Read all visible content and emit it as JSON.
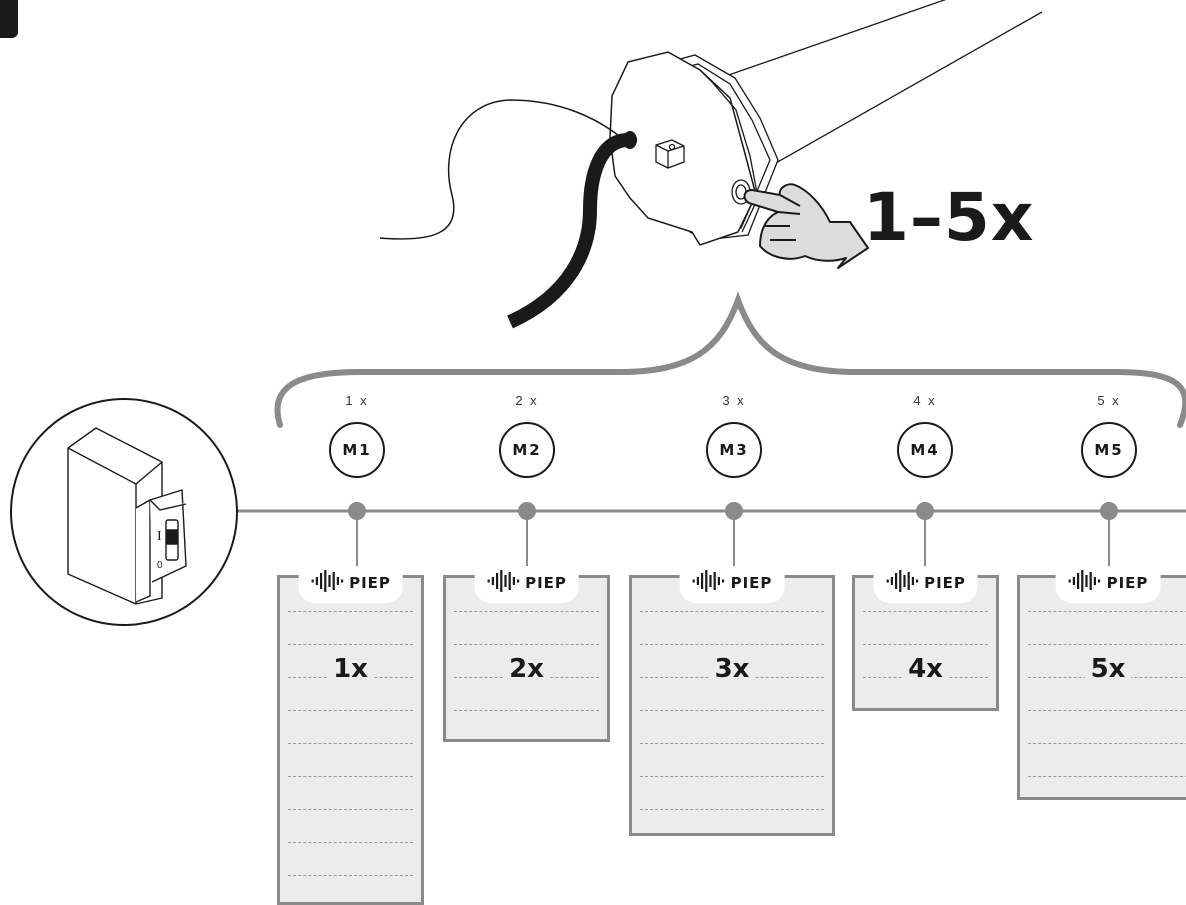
{
  "press_instruction": {
    "count_label": "1–5x"
  },
  "modes": [
    {
      "count": "1 x",
      "badge": "M1",
      "beep_label": "PIEP",
      "beep_count": "1x"
    },
    {
      "count": "2 x",
      "badge": "M2",
      "beep_label": "PIEP",
      "beep_count": "2x"
    },
    {
      "count": "3 x",
      "badge": "M3",
      "beep_label": "PIEP",
      "beep_count": "3x"
    },
    {
      "count": "4 x",
      "badge": "M4",
      "beep_label": "PIEP",
      "beep_count": "4x"
    },
    {
      "count": "5 x",
      "badge": "M5",
      "beep_label": "PIEP",
      "beep_count": "5x"
    }
  ],
  "icons": [
    "tubular-motor",
    "power-cable",
    "pointing-hand",
    "circuit-breaker",
    "sound-wave-icon"
  ],
  "colors": {
    "stroke": "#1a1a1a",
    "gray": "#8a8a8a",
    "box_fill": "#ececec",
    "dash": "#9a9a9a"
  }
}
